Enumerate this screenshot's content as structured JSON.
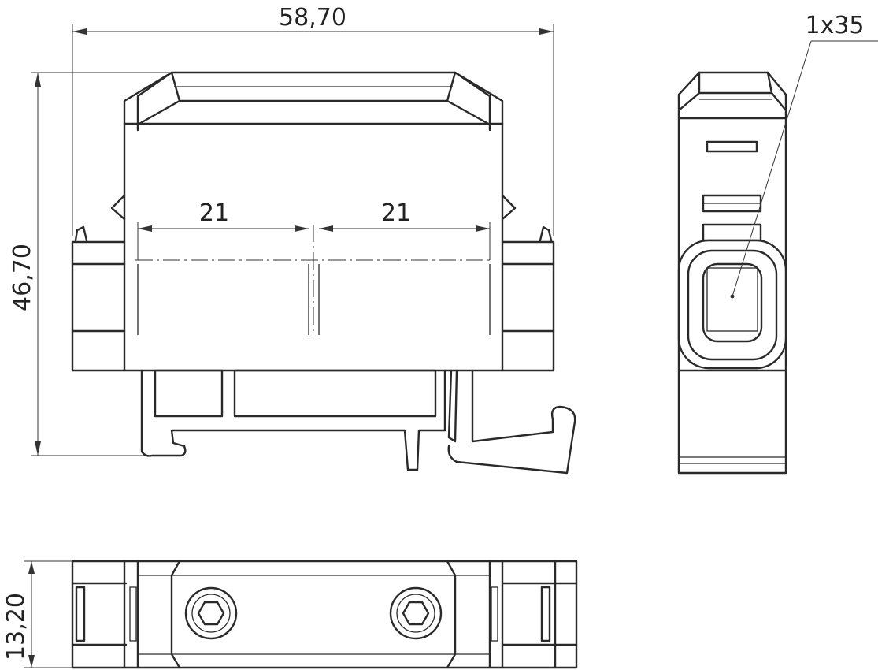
{
  "dimensions": {
    "overall_width": "58,70",
    "overall_height": "46,70",
    "pitch_left": "21",
    "pitch_right": "21",
    "thickness": "13,20",
    "conductor_size": "1x35"
  },
  "colors": {
    "line": "#2a2a2a",
    "dimension": "#333333",
    "background": "#ffffff"
  }
}
